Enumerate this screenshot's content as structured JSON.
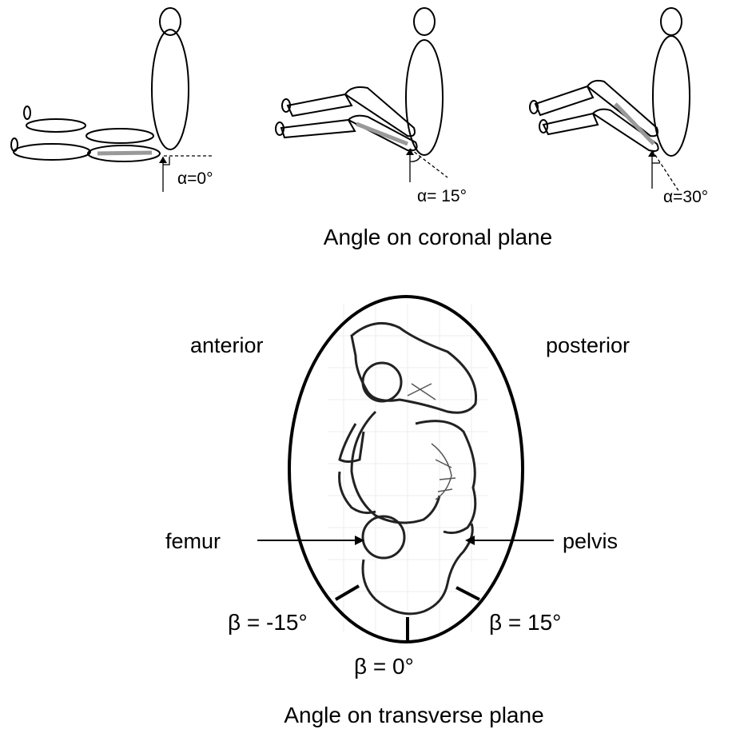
{
  "coronal": {
    "labels": [
      "α=0°",
      "α= 15°",
      "α=30°"
    ],
    "caption": "Angle on coronal plane"
  },
  "transverse": {
    "anterior": "anterior",
    "posterior": "posterior",
    "femur": "femur",
    "pelvis": "pelvis",
    "beta_minus": "β = -15°",
    "beta_zero": "β = 0°",
    "beta_plus": "β = 15°",
    "caption": "Angle on transverse plane"
  }
}
